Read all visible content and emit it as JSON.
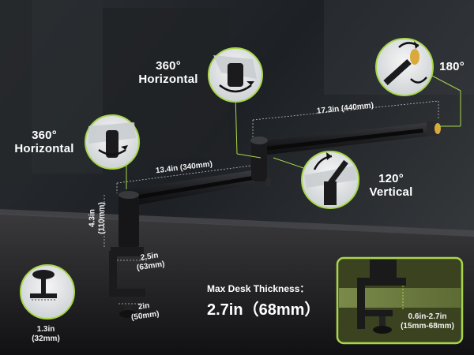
{
  "callouts": {
    "joint_top": {
      "degrees": "360°",
      "axis": "Horizontal"
    },
    "joint_left": {
      "degrees": "360°",
      "axis": "Horizontal"
    },
    "joint_mid": {
      "degrees": "120°",
      "axis": "Vertical"
    },
    "joint_end": {
      "degrees": "180°"
    }
  },
  "dimensions": {
    "upper_arm": "17.3in (440mm)",
    "lower_arm": "13.4in (340mm)",
    "riser_height": "4.3in\n(110mm)",
    "clamp_top": "2.5in\n(63mm)",
    "clamp_bottom": "2in\n(50mm)",
    "knob": "1.3in\n(32mm)"
  },
  "desk": {
    "title": "Max Desk Thickness：",
    "value": "2.7in（68mm）",
    "inset_range": "0.6in-2.7in\n(15mm-68mm)"
  },
  "colors": {
    "accent_green": "#a8d64a",
    "arm_black": "#1c1c1e"
  }
}
